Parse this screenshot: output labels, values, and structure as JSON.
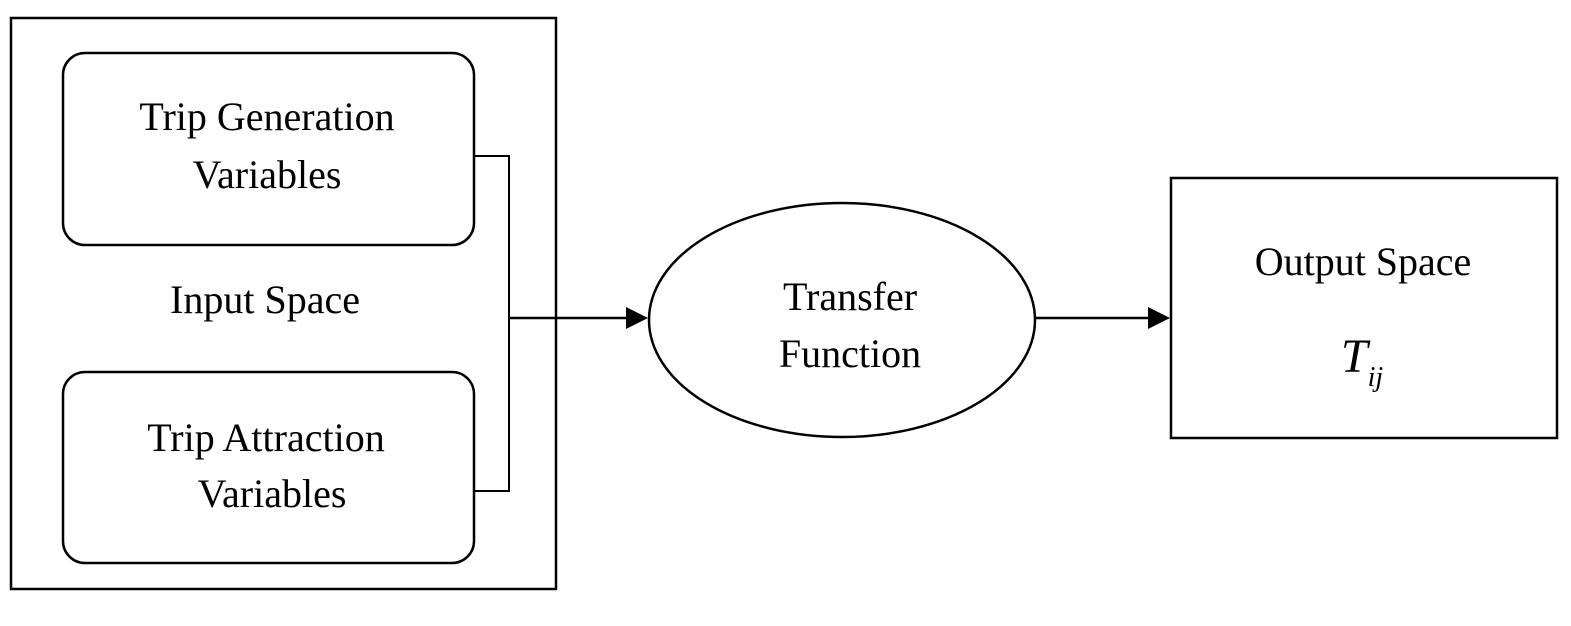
{
  "diagram": {
    "input_space": {
      "label": "Input Space",
      "generation_box": {
        "line1": "Trip Generation",
        "line2": "Variables"
      },
      "attraction_box": {
        "line1": "Trip Attraction",
        "line2": "Variables"
      }
    },
    "transfer_function": {
      "line1": "Transfer",
      "line2": "Function"
    },
    "output_space": {
      "label": "Output Space",
      "symbol_main": "T",
      "symbol_sub": "ij"
    },
    "colors": {
      "stroke": "#000000",
      "background": "#ffffff"
    }
  }
}
